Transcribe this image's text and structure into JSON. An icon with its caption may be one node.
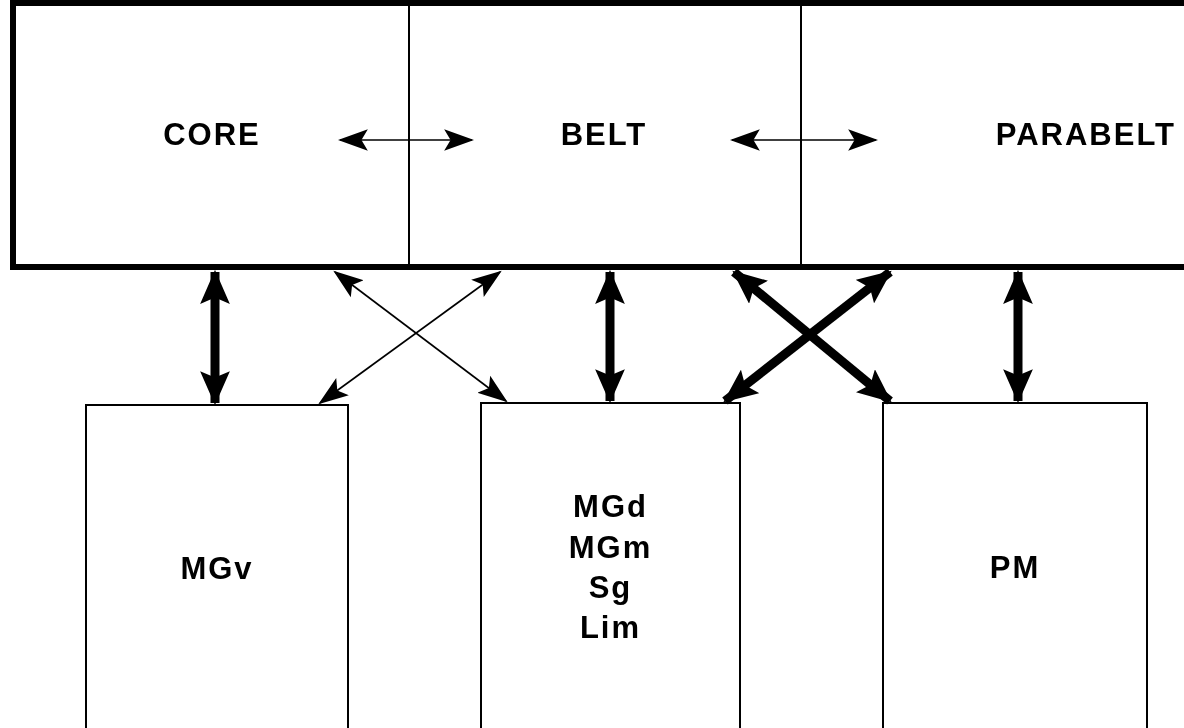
{
  "diagram": {
    "nodes": [
      {
        "text": [
          "CORE"
        ]
      },
      {
        "text": [
          "BELT"
        ]
      },
      {
        "text": [
          "PARABELT"
        ]
      },
      {
        "text": [
          "MGv"
        ]
      },
      {
        "text": [
          "MGd MGm Sg Lim"
        ]
      },
      {
        "text": [
          "PM"
        ]
      }
    ],
    "edges": [
      {
        "from": 0,
        "to": 1,
        "arrow": "both"
      },
      {
        "from": 1,
        "to": 2,
        "arrow": "both"
      },
      {
        "from": 0,
        "to": 3,
        "arrow": "both"
      },
      {
        "from": 0,
        "to": 4,
        "arrow": "both"
      },
      {
        "from": 1,
        "to": 3,
        "arrow": "both"
      },
      {
        "from": 1,
        "to": 4,
        "arrow": "both"
      },
      {
        "from": 1,
        "to": 5,
        "arrow": "both"
      },
      {
        "from": 2,
        "to": 4,
        "arrow": "both"
      },
      {
        "from": 2,
        "to": 5,
        "arrow": "both"
      }
    ]
  }
}
